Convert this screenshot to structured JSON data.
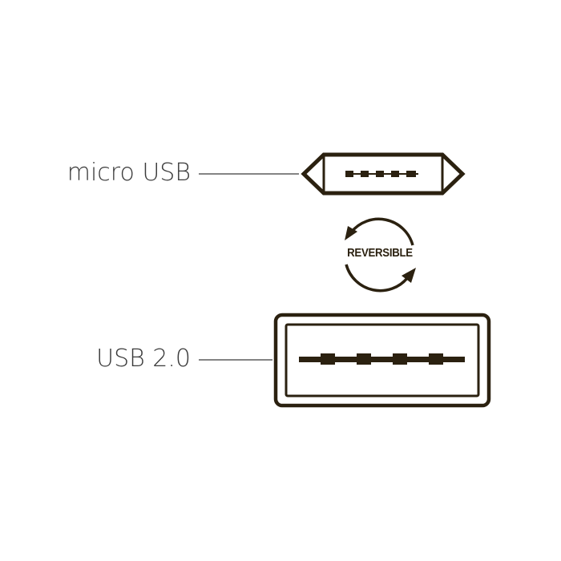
{
  "colors": {
    "ink": "#2b2110",
    "text": "#3a3a3a",
    "background": "#ffffff"
  },
  "connectors": {
    "micro_usb": {
      "label": "micro USB"
    },
    "usb_2": {
      "label": "USB 2.0"
    }
  },
  "badge": {
    "text": "REVERSIBLE",
    "icon": "rotate-arrows-icon"
  }
}
